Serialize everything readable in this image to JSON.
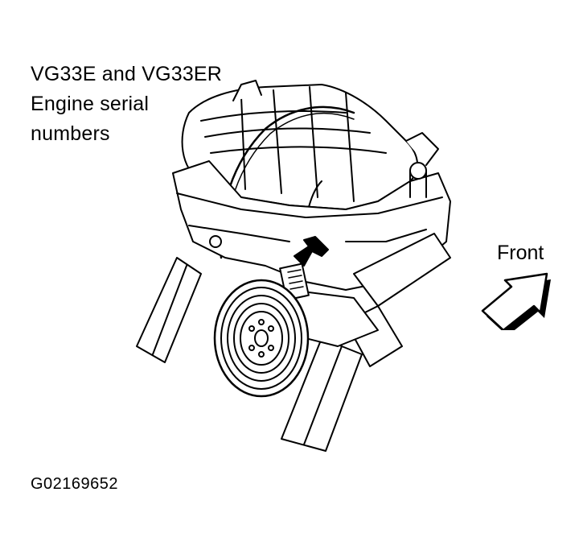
{
  "caption": {
    "line1": "VG33E and VG33ER",
    "line2": "Engine serial",
    "line3": "numbers"
  },
  "direction_label": "Front",
  "figure_id": "G02169652",
  "icons": {
    "engine": "engine-illustration",
    "pointer": "arrow-pointer-icon",
    "front": "front-direction-arrow-icon"
  }
}
